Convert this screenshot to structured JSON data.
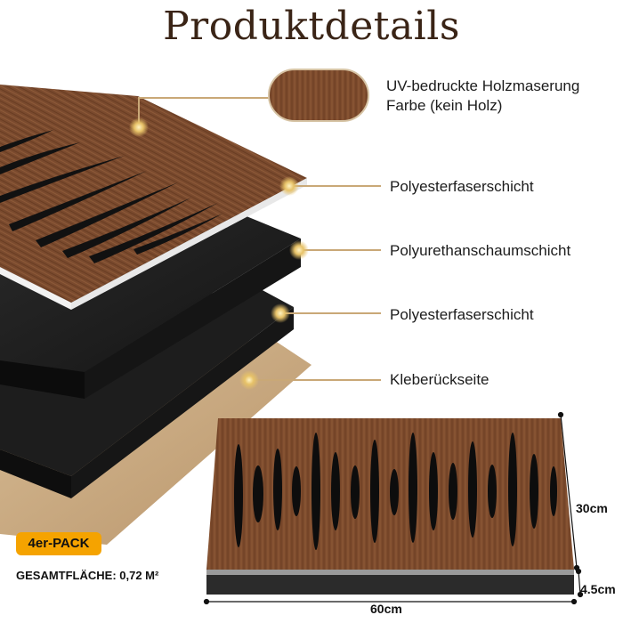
{
  "title": "Produktdetails",
  "layers": [
    {
      "line1": "UV-bedruckte Holzmaserung",
      "line2": "Farbe (kein Holz)"
    },
    {
      "line1": "Polyesterfaserschicht"
    },
    {
      "line1": "Polyurethanschaumschicht"
    },
    {
      "line1": "Polyesterfaserschicht"
    },
    {
      "line1": "Kleberückseite"
    }
  ],
  "dimensions": {
    "height": "30cm",
    "width": "60cm",
    "depth": "4.5cm"
  },
  "pack_badge": "4er-PACK",
  "total_area": "GESAMTFLÄCHE: 0,72 M²",
  "colors": {
    "title": "#3a2416",
    "wood": "#7a4a2e",
    "wood_dark": "#5a3420",
    "foam": "#1e1e1e",
    "adhesive": "#cfb08a",
    "leader_line": "#c9a877",
    "badge": "#f5a300"
  },
  "icons": [
    "leader-dot-icon",
    "wood-swatch-icon"
  ]
}
